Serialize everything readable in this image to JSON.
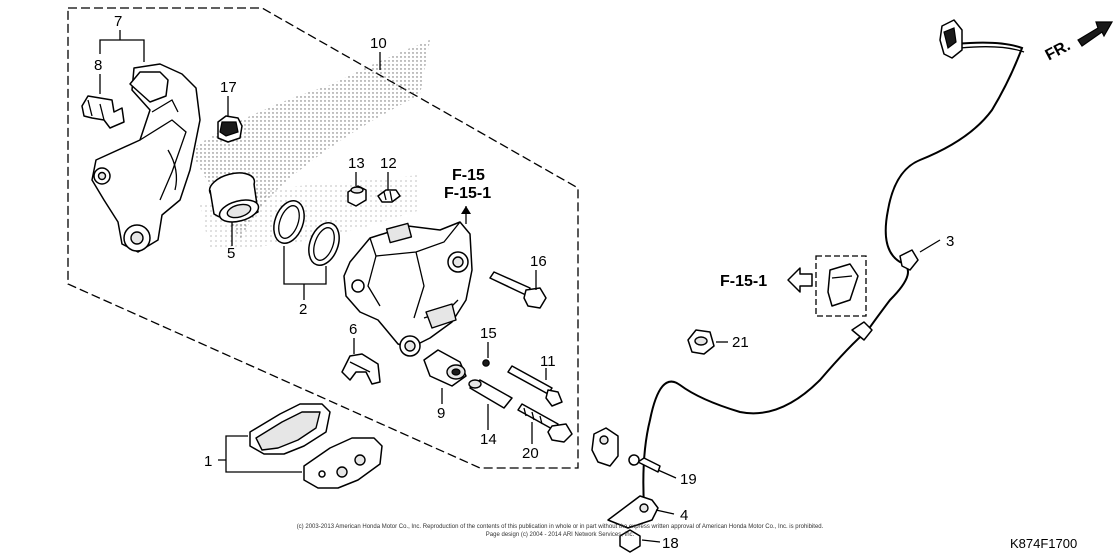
{
  "diagram": {
    "code": "K874F1700",
    "direction_label": "FR.",
    "refs": {
      "f15": "F-15",
      "f15_1": "F-15-1",
      "f15_1_side": "F-15-1"
    },
    "copyright": "(c) 2003-2013 American Honda Motor Co., Inc. Reproduction of the contents of this publication in whole or in part without the express written approval of American Honda Motor Co., Inc. is prohibited.",
    "copyright2": "Page design (c) 2004 - 2014 ARI Network Services, Inc."
  },
  "callouts": [
    {
      "id": "c1",
      "label": "1"
    },
    {
      "id": "c2",
      "label": "2"
    },
    {
      "id": "c3",
      "label": "3"
    },
    {
      "id": "c4",
      "label": "4"
    },
    {
      "id": "c5",
      "label": "5"
    },
    {
      "id": "c6",
      "label": "6"
    },
    {
      "id": "c7",
      "label": "7"
    },
    {
      "id": "c8",
      "label": "8"
    },
    {
      "id": "c9",
      "label": "9"
    },
    {
      "id": "c10",
      "label": "10"
    },
    {
      "id": "c11",
      "label": "11"
    },
    {
      "id": "c12",
      "label": "12"
    },
    {
      "id": "c13",
      "label": "13"
    },
    {
      "id": "c14",
      "label": "14"
    },
    {
      "id": "c15",
      "label": "15"
    },
    {
      "id": "c16",
      "label": "16"
    },
    {
      "id": "c17",
      "label": "17"
    },
    {
      "id": "c18",
      "label": "18"
    },
    {
      "id": "c19",
      "label": "19"
    },
    {
      "id": "c20",
      "label": "20"
    },
    {
      "id": "c21",
      "label": "21"
    }
  ]
}
